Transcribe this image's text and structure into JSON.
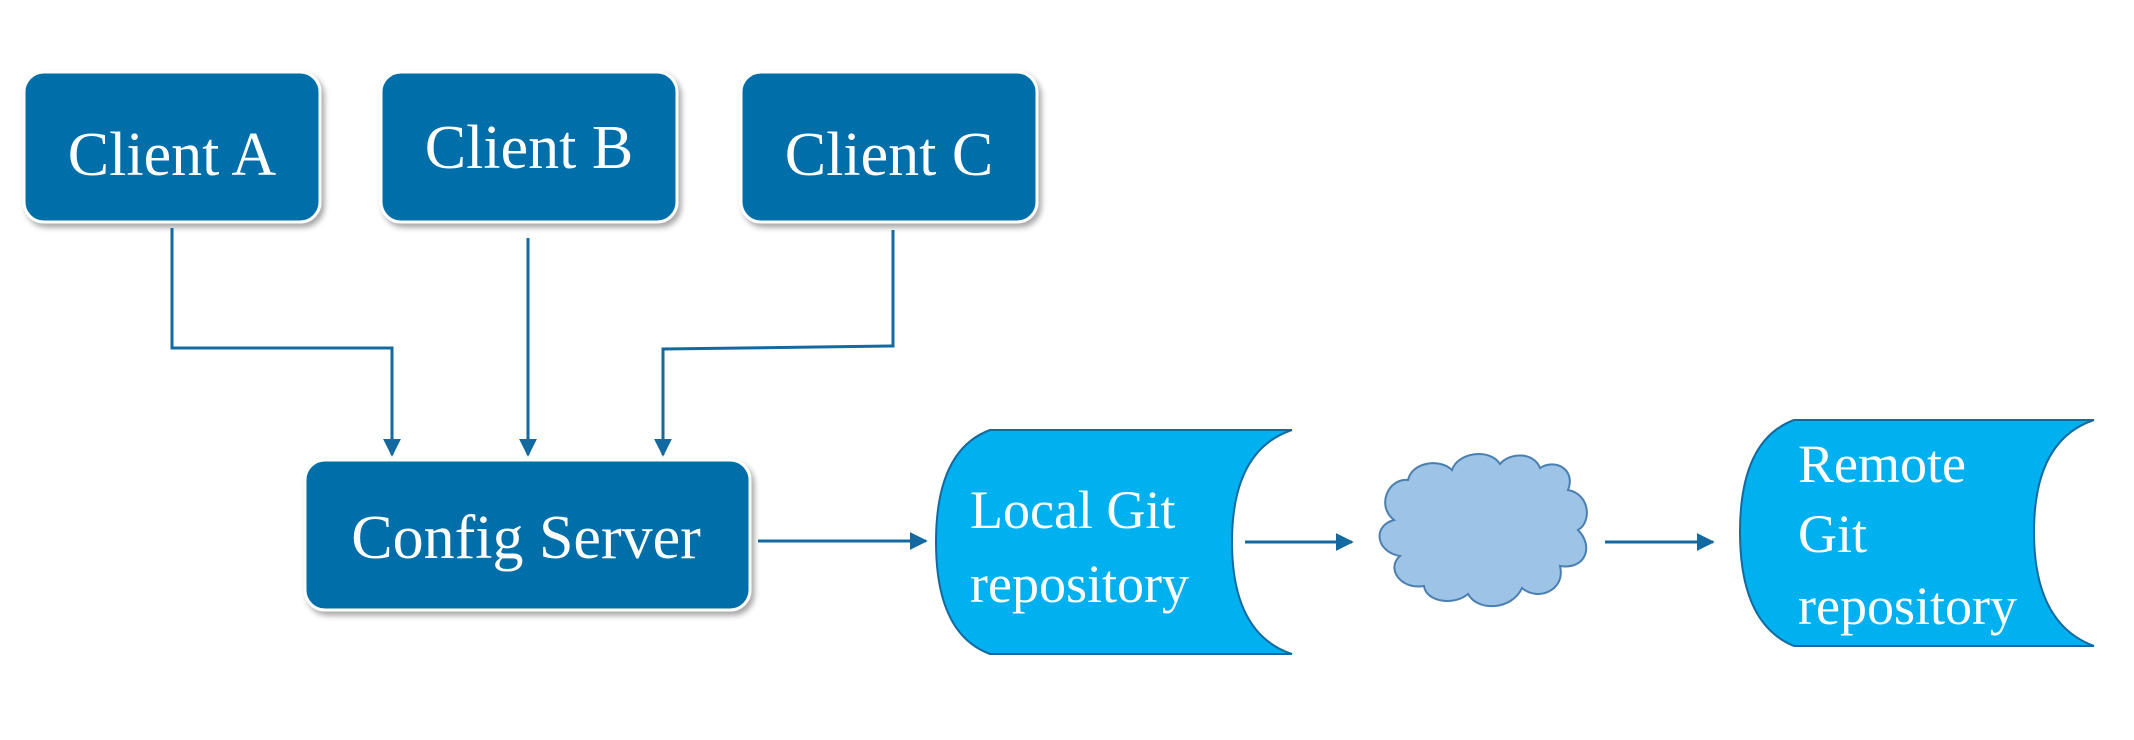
{
  "clients": [
    {
      "label": "Client A"
    },
    {
      "label": "Client B"
    },
    {
      "label": "Client C"
    }
  ],
  "server": {
    "label": "Config Server"
  },
  "local_repo": {
    "lines": [
      "Local Git",
      "repository"
    ]
  },
  "network": {
    "icon": "cloud-icon"
  },
  "remote_repo": {
    "lines": [
      "Remote",
      "Git",
      "repository"
    ]
  },
  "colors": {
    "box_fill": "#006ea8",
    "repo_fill": "#00b0ef",
    "cloud_fill": "#9dc3e6",
    "connector": "#126aa0",
    "text": "#ffffff"
  }
}
